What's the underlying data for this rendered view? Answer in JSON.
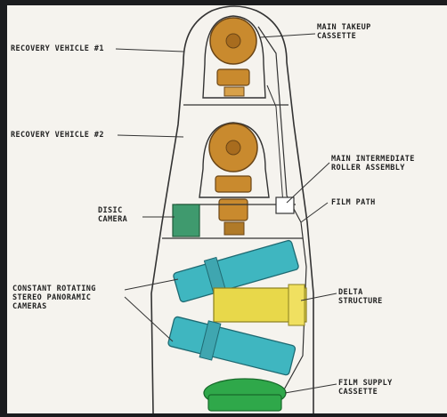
{
  "diagram": {
    "labels": {
      "recovery_vehicle_1": "RECOVERY VEHICLE #1",
      "recovery_vehicle_2": "RECOVERY VEHICLE #2",
      "main_takeup_cassette": "MAIN TAKEUP\nCASSETTE",
      "main_intermediate_roller": "MAIN INTERMEDIATE\nROLLER ASSEMBLY",
      "film_path": "FILM PATH",
      "disic_camera": "DISIC\nCAMERA",
      "constant_rotating_cameras": "CONSTANT ROTATING\nSTEREO PANORAMIC\nCAMERAS",
      "delta_structure": "DELTA\nSTRUCTURE",
      "film_supply_cassette": "FILM SUPPLY\nCASSETTE"
    },
    "colors": {
      "background_dark": "#1b1c1e",
      "paper": "#f5f3ee",
      "cassette_orange": "#c98a2e",
      "camera_cyan": "#3fb6c0",
      "delta_yellow": "#e8d84a",
      "disic_green": "#3f9a6e",
      "supply_green": "#2fa84a",
      "line": "#333333"
    }
  }
}
